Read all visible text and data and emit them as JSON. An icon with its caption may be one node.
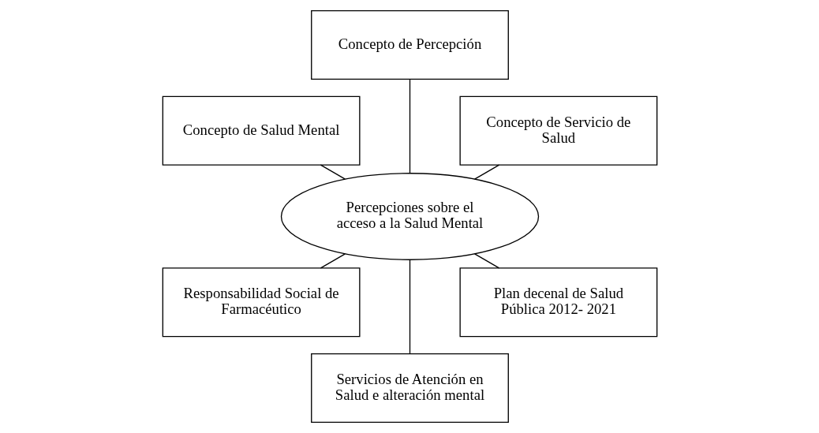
{
  "diagram": {
    "nodes": [
      {
        "text": [
          "Concepto de Servicio de Salud"
        ]
      },
      {
        "text": [
          "Concepto de Percepción"
        ]
      },
      {
        "text": [
          "Concepto de Salud Mental"
        ]
      },
      {
        "text": [
          "Percepciones sobre el acceso a la Salud Mental"
        ]
      },
      {
        "text": [
          "Responsabilidad Social de Farmacéutico"
        ]
      },
      {
        "text": [
          "Servicios de Atención en Salud e alteración mental"
        ]
      },
      {
        "text": [
          "Plan decenal de Salud Pública 2012- 2021"
        ]
      }
    ],
    "edges": [
      {
        "from": 3,
        "to": 0,
        "arrow": "none"
      },
      {
        "from": 3,
        "to": 1,
        "arrow": "none"
      },
      {
        "from": 3,
        "to": 2,
        "arrow": "none"
      },
      {
        "from": 3,
        "to": 4,
        "arrow": "none"
      },
      {
        "from": 3,
        "to": 5,
        "arrow": "none"
      },
      {
        "from": 3,
        "to": 6,
        "arrow": "none"
      }
    ]
  }
}
